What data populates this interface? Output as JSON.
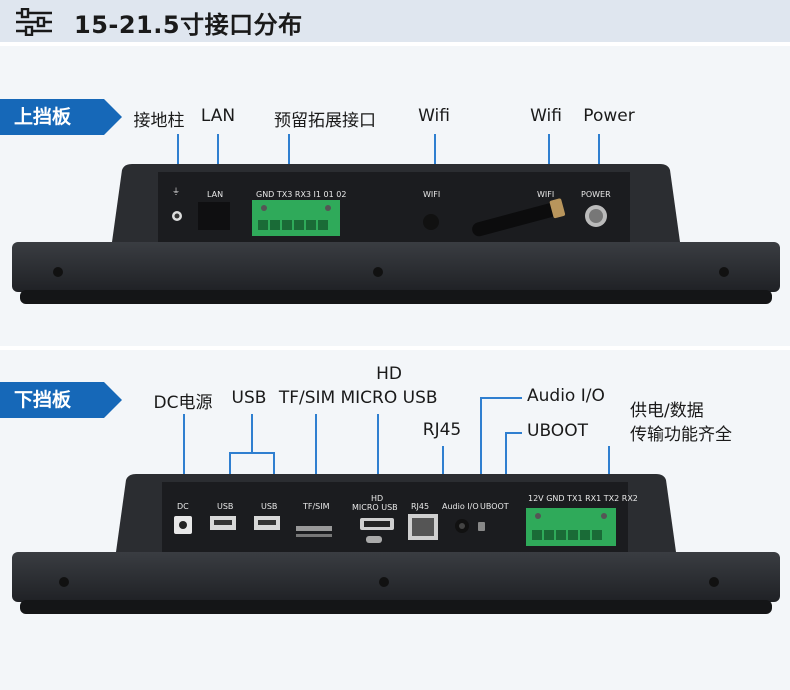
{
  "header": {
    "title": "15-21.5寸接口分布"
  },
  "top": {
    "badge": "上挡板",
    "labels": {
      "ground": "接地柱",
      "lan": "LAN",
      "expansion": "预留拓展接口",
      "wifi1": "Wifi",
      "wifi2": "Wifi",
      "power": "Power"
    },
    "panel": {
      "ground": "⏚",
      "lan": "LAN",
      "terminal": "GND TX3 RX3 I1 01 02",
      "wifi1": "WIFI",
      "wifi2": "WIFI",
      "power": "POWER"
    }
  },
  "bottom": {
    "badge": "下挡板",
    "labels": {
      "dc": "DC电源",
      "usb": "USB",
      "tfsim": "TF/SIM",
      "hd1": "HD",
      "hd2": "MICRO USB",
      "rj45": "RJ45",
      "audio": "Audio I/O",
      "uboot": "UBOOT",
      "power_data1": "供电/数据",
      "power_data2": "传输功能齐全"
    },
    "panel": {
      "dc": "DC",
      "usb1": "USB",
      "usb2": "USB",
      "tfsim": "TF/SIM",
      "hd1": "HD",
      "hd2": "MICRO USB",
      "rj45": "RJ45",
      "audio": "Audio I/O",
      "uboot": "UBOOT",
      "terminal": "12V GND TX1 RX1 TX2 RX2"
    }
  }
}
